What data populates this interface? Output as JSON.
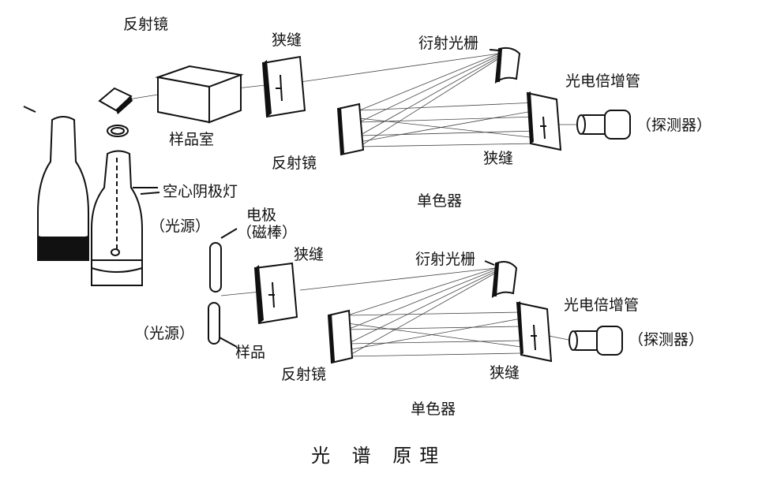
{
  "top_setup": {
    "mirror_a": "反射镜",
    "sample_chamber": "样品室",
    "slit_entrance": "狭缝",
    "grating": "衍射光栅",
    "mirror_b": "反射镜",
    "slit_exit": "狭缝",
    "pmt": "光电倍增管",
    "detector": "（探测器）",
    "lamp": "空心阴极灯",
    "source": "（光源）",
    "monochromator": "单色器"
  },
  "bottom_setup": {
    "electrode_line1": "电极",
    "electrode_line2": "（磁棒）",
    "slit_entrance": "狭缝",
    "grating": "衍射光栅",
    "pmt": "光电倍增管",
    "detector": "（探测器）",
    "source": "（光源）",
    "sample": "样品",
    "mirror": "反射镜",
    "slit_exit": "狭缝",
    "monochromator": "单色器"
  },
  "caption": "光 谱 原理"
}
